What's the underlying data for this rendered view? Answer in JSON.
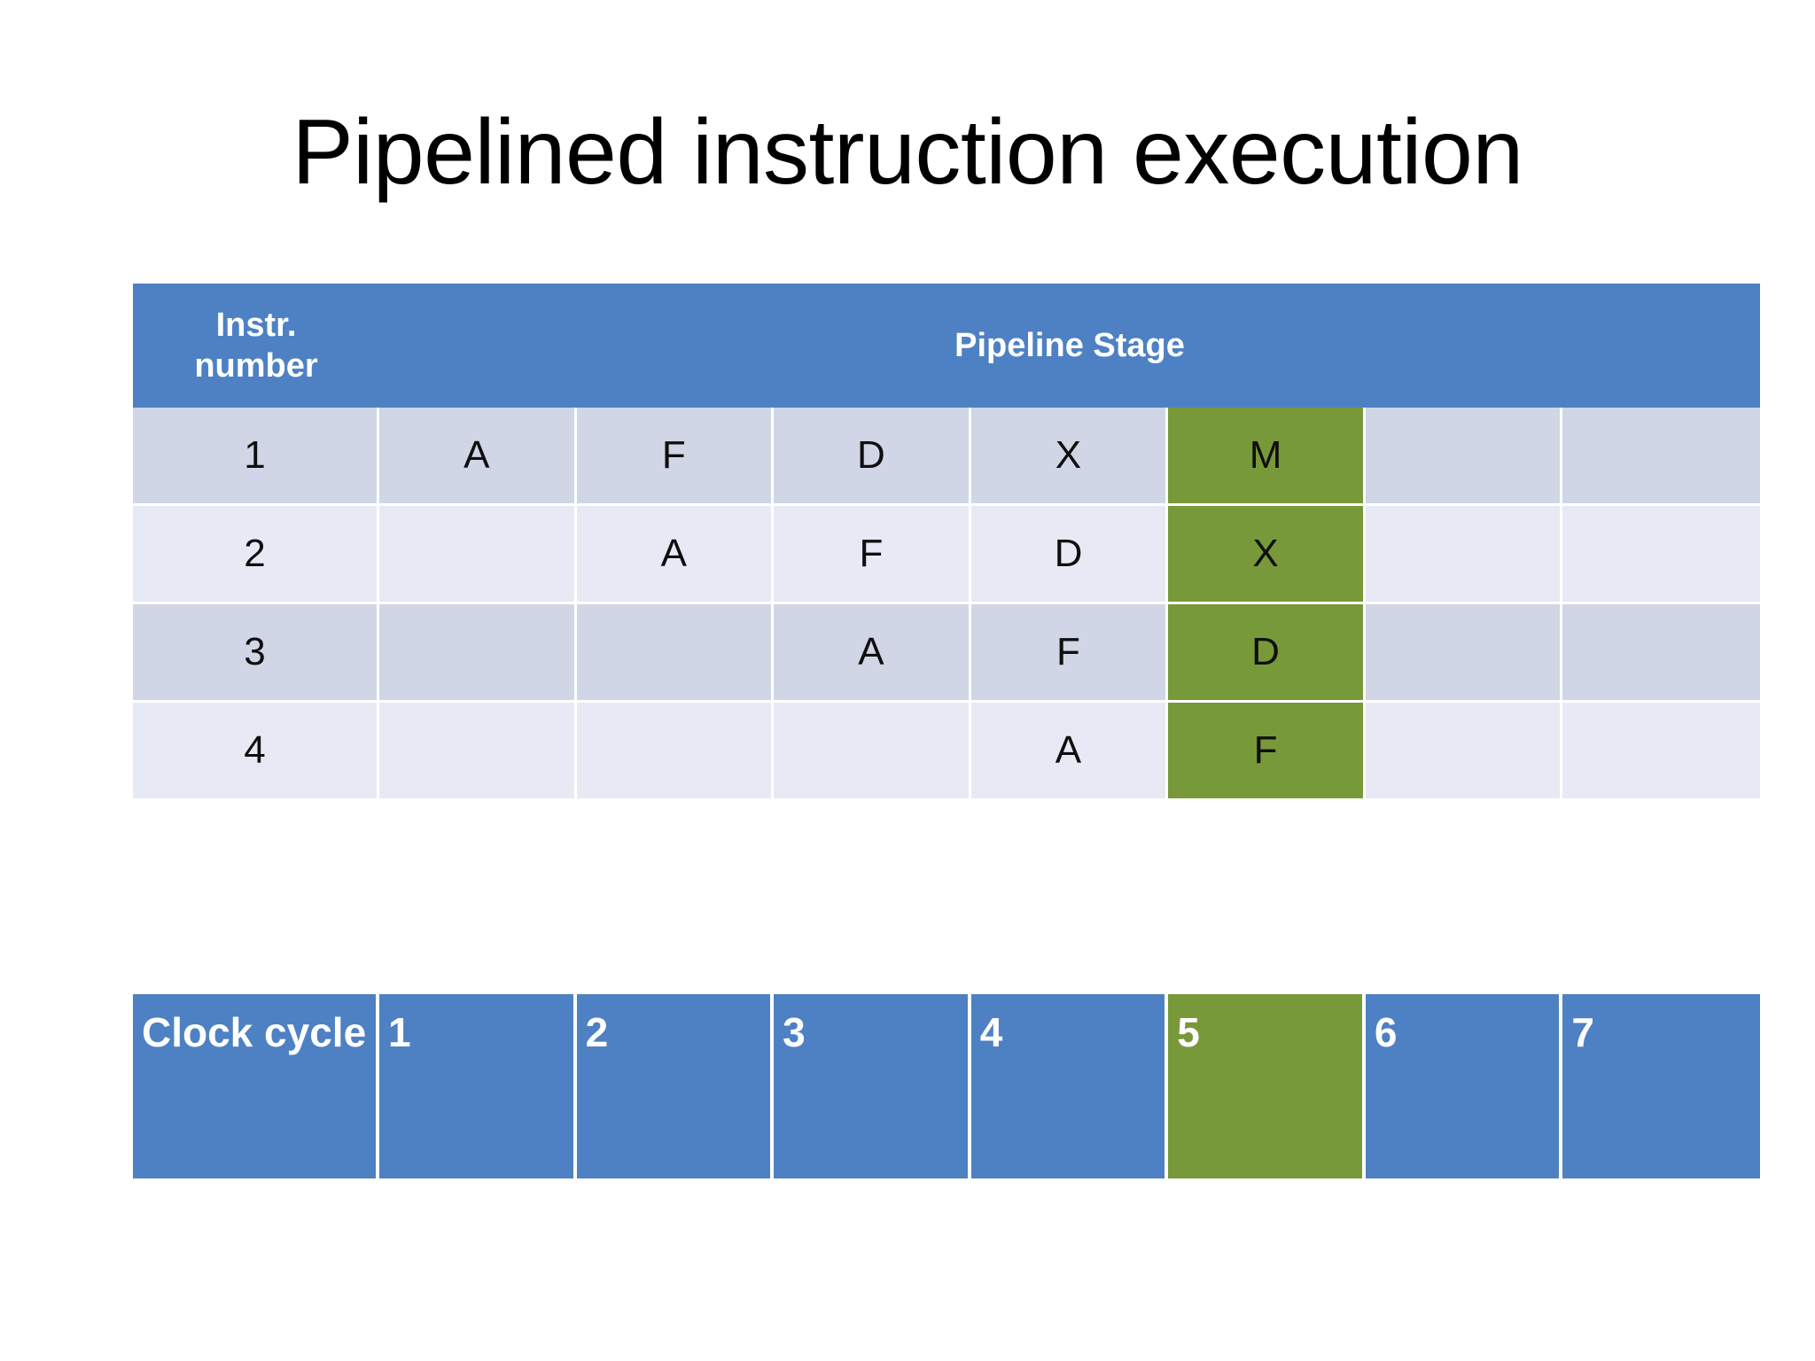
{
  "slide": {
    "title": "Pipelined instruction execution"
  },
  "colors": {
    "header_blue": "#4E81C3",
    "highlight_green": "#789939",
    "row_band_dark": "#D0D6E6",
    "row_band_light": "#E7EAF4",
    "grid_white": "#FFFFFF",
    "text_dark": "#0F0F0F",
    "text_light": "#FFFFFF"
  },
  "table": {
    "header": {
      "instr_line1": "Instr.",
      "instr_line2": "number",
      "stage_label": "Pipeline Stage"
    },
    "rows": [
      {
        "instr": "1",
        "cells": [
          "A",
          "F",
          "D",
          "X",
          "M",
          "",
          ""
        ],
        "highlight_index": 4
      },
      {
        "instr": "2",
        "cells": [
          "",
          "A",
          "F",
          "D",
          "X",
          "",
          ""
        ],
        "highlight_index": 4
      },
      {
        "instr": "3",
        "cells": [
          "",
          "",
          "A",
          "F",
          "D",
          "",
          ""
        ],
        "highlight_index": 4
      },
      {
        "instr": "4",
        "cells": [
          "",
          "",
          "",
          "A",
          "F",
          "",
          ""
        ],
        "highlight_index": 4
      }
    ]
  },
  "clock": {
    "label": "Clock cycle",
    "cycles": [
      "1",
      "2",
      "3",
      "4",
      "5",
      "6",
      "7"
    ],
    "highlight_index": 4
  },
  "chart_data": {
    "type": "table",
    "title": "Pipelined instruction execution",
    "row_header": "Instr. number",
    "column_group_header": "Pipeline Stage",
    "columns": [
      "1",
      "2",
      "3",
      "4",
      "5",
      "6",
      "7"
    ],
    "column_axis_label": "Clock cycle",
    "rows": [
      {
        "instruction": 1,
        "stages": [
          "A",
          "F",
          "D",
          "X",
          "M",
          "",
          ""
        ]
      },
      {
        "instruction": 2,
        "stages": [
          "",
          "A",
          "F",
          "D",
          "X",
          "",
          ""
        ]
      },
      {
        "instruction": 3,
        "stages": [
          "",
          "",
          "A",
          "F",
          "D",
          "",
          ""
        ]
      },
      {
        "instruction": 4,
        "stages": [
          "",
          "",
          "",
          "A",
          "F",
          "",
          ""
        ]
      }
    ],
    "highlighted_column": "5",
    "highlight_color": "#789939"
  }
}
